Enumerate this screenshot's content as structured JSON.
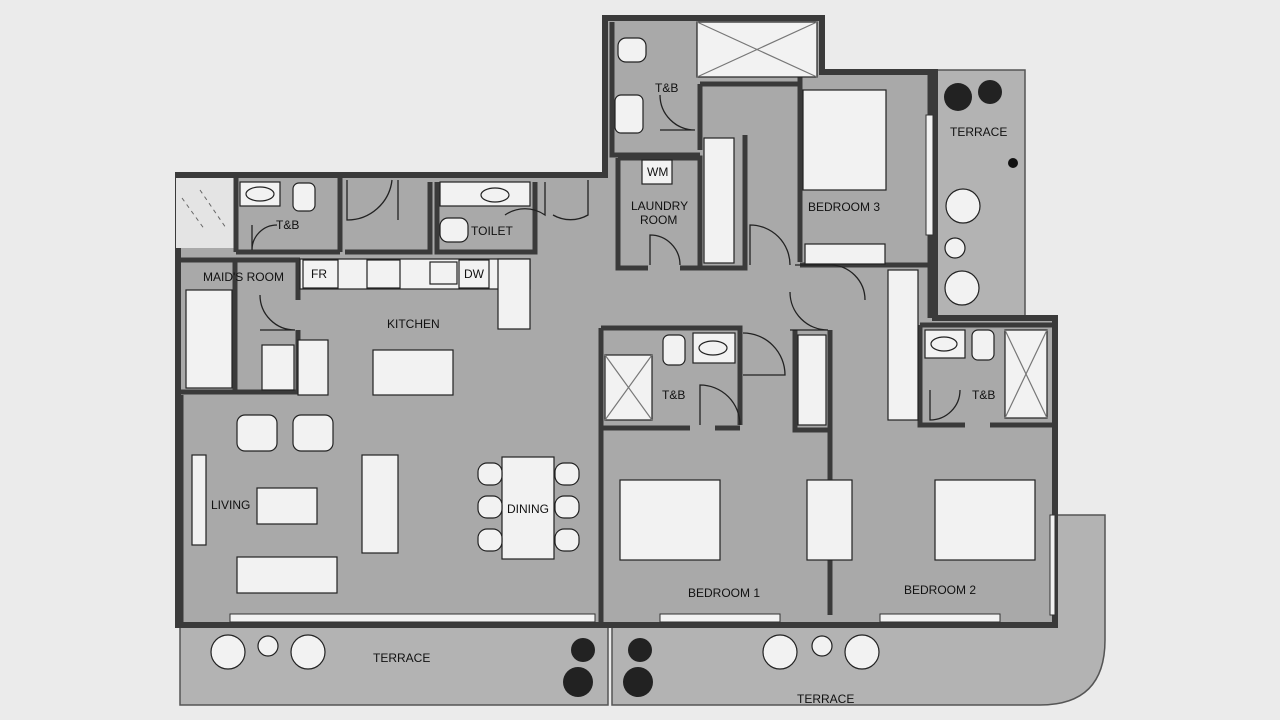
{
  "rooms": {
    "tb_top": "T&B",
    "laundry_line1": "LAUNDRY",
    "laundry_line2": "ROOM",
    "wm": "WM",
    "bedroom3": "BEDROOM 3",
    "terrace_right": "TERRACE",
    "tb_maid": "T&B",
    "toilet": "TOILET",
    "maids_room": "MAID'S ROOM",
    "fr": "FR",
    "dw": "DW",
    "kitchen": "KITCHEN",
    "tb_bed1": "T&B",
    "tb_bed2": "T&B",
    "living": "LIVING",
    "dining": "DINING",
    "bedroom1": "BEDROOM 1",
    "bedroom2": "BEDROOM 2",
    "terrace_bottom_left": "TERRACE",
    "terrace_bottom_right": "TERRACE"
  },
  "colors": {
    "background": "#ebebeb",
    "floor": "#a9a9a9",
    "wall": "#3a3a3a",
    "fixture": "#f2f2f2",
    "terrace": "#b3b3b3"
  }
}
